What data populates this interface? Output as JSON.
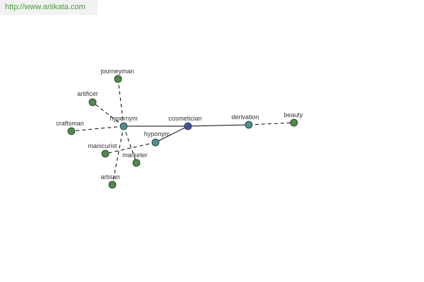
{
  "watermark": "http://www.artikata.com",
  "colors": {
    "center": "#3a55a0",
    "relation": "#4a9090",
    "term": "#4e8c48",
    "edge": "#000000"
  },
  "nodes": [
    {
      "id": "cosmetician",
      "label": "cosmetician",
      "kind": "center"
    },
    {
      "id": "hypernym",
      "label": "hypernym",
      "kind": "relation"
    },
    {
      "id": "hyponym",
      "label": "hyponym",
      "kind": "relation"
    },
    {
      "id": "derivation",
      "label": "derivation",
      "kind": "relation"
    },
    {
      "id": "journeyman",
      "label": "journeyman",
      "kind": "term"
    },
    {
      "id": "artificer",
      "label": "artificer",
      "kind": "term"
    },
    {
      "id": "craftsman",
      "label": "craftsman",
      "kind": "term"
    },
    {
      "id": "artisan",
      "label": "artisan",
      "kind": "term"
    },
    {
      "id": "manicurist",
      "label": "manicurist",
      "kind": "term"
    },
    {
      "id": "marketer",
      "label": "marketer",
      "kind": "term"
    },
    {
      "id": "beauty",
      "label": "beauty",
      "kind": "term"
    }
  ],
  "edges": [
    {
      "from": "cosmetician",
      "to": "hypernym",
      "style": "solid"
    },
    {
      "from": "cosmetician",
      "to": "hyponym",
      "style": "solid"
    },
    {
      "from": "cosmetician",
      "to": "derivation",
      "style": "solid"
    },
    {
      "from": "hypernym",
      "to": "journeyman",
      "style": "dashed"
    },
    {
      "from": "hypernym",
      "to": "artificer",
      "style": "dashed"
    },
    {
      "from": "hypernym",
      "to": "craftsman",
      "style": "dashed"
    },
    {
      "from": "hypernym",
      "to": "artisan",
      "style": "dashed"
    },
    {
      "from": "hypernym",
      "to": "marketer",
      "style": "dashed"
    },
    {
      "from": "hyponym",
      "to": "manicurist",
      "style": "dashed"
    },
    {
      "from": "derivation",
      "to": "beauty",
      "style": "dashed"
    }
  ]
}
